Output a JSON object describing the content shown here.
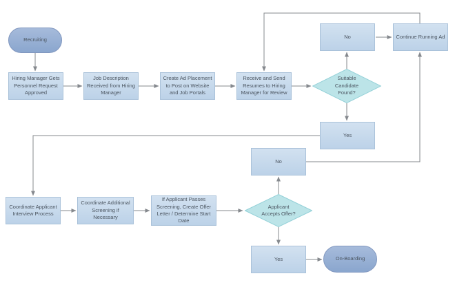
{
  "flowchart": {
    "nodes": {
      "recruiting": "Recruiting",
      "approval": "Hiring Manager Gets Personnel Request Approved",
      "job_description": "Job Description Received from Hiring Manager",
      "create_ad": "Create Ad Placement to Post on Website and Job Portals",
      "receive_resumes": "Receive and Send Resumes to Hiring Manager for Review",
      "suitable_candidate": "Suitable Candidate Found?",
      "no_candidate": "No",
      "continue_ad": "Continue Running Ad",
      "yes_candidate": "Yes",
      "interview": "Coordinate Applicant Interview Process",
      "additional_screening": "Coordinate Additional Screening if Necessary",
      "offer_letter": "If Applicant Passes Screening, Create Offer Letter / Determine Start Date",
      "accepts_offer": "Applicant Accepts Offer?",
      "no_offer": "No",
      "yes_offer": "Yes",
      "onboarding": "On-Boarding"
    },
    "edges": [
      {
        "from": "recruiting",
        "to": "approval"
      },
      {
        "from": "approval",
        "to": "job_description"
      },
      {
        "from": "job_description",
        "to": "create_ad"
      },
      {
        "from": "create_ad",
        "to": "receive_resumes"
      },
      {
        "from": "receive_resumes",
        "to": "suitable_candidate"
      },
      {
        "from": "suitable_candidate",
        "to": "no_candidate"
      },
      {
        "from": "no_candidate",
        "to": "continue_ad"
      },
      {
        "from": "continue_ad",
        "to": "receive_resumes"
      },
      {
        "from": "suitable_candidate",
        "to": "yes_candidate"
      },
      {
        "from": "yes_candidate",
        "to": "interview"
      },
      {
        "from": "interview",
        "to": "additional_screening"
      },
      {
        "from": "additional_screening",
        "to": "offer_letter"
      },
      {
        "from": "offer_letter",
        "to": "accepts_offer"
      },
      {
        "from": "accepts_offer",
        "to": "no_offer"
      },
      {
        "from": "no_offer",
        "to": "continue_ad"
      },
      {
        "from": "accepts_offer",
        "to": "yes_offer"
      },
      {
        "from": "yes_offer",
        "to": "onboarding"
      }
    ],
    "colors": {
      "background": "#ffffff",
      "process_fill_top": "#d2e1f0",
      "process_fill_bottom": "#bcd2e8",
      "process_border": "#a9c1d9",
      "terminator_fill_top": "#a6bbdb",
      "terminator_fill_bottom": "#8aa6ce",
      "terminator_border": "#8197bf",
      "decision_fill": "#bce4e8",
      "decision_border": "#94d1d8",
      "connector": "#85898e",
      "text": "#4b5560"
    }
  }
}
